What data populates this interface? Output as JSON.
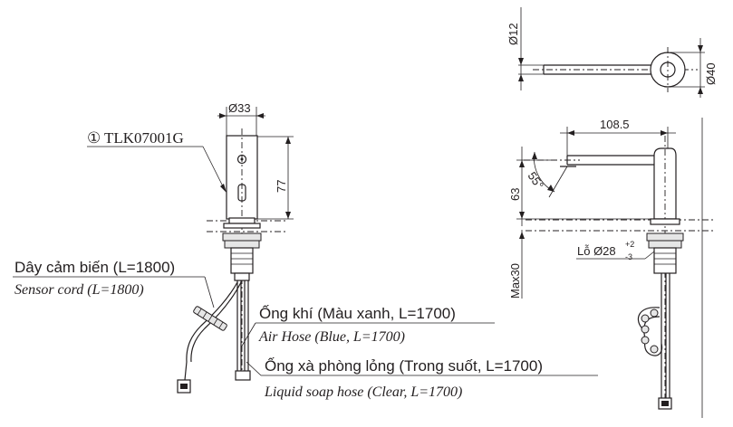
{
  "part": {
    "marker": "①",
    "code": "TLK07001G"
  },
  "dimensions": {
    "top_pipe_dia": "Ø12",
    "top_head_dia": "Ø40",
    "body_dia": "Ø33",
    "body_height": "77",
    "spout_length": "108.5",
    "spout_height": "63",
    "spout_angle": "55°",
    "hole_label": "Lỗ Ø28",
    "hole_tol_upper": "+2",
    "hole_tol_lower": "-3",
    "max_counter": "Max30"
  },
  "labels": {
    "sensor_cord_vi": "Dây cảm biến (L=1800)",
    "sensor_cord_en": "Sensor cord (L=1800)",
    "air_hose_vi": "Ống khí (Màu xanh, L=1700)",
    "air_hose_en": "Air Hose (Blue, L=1700)",
    "soap_hose_vi": "Ống xà phòng lỏng (Trong suốt, L=1700)",
    "soap_hose_en": "Liquid soap hose (Clear, L=1700)"
  }
}
